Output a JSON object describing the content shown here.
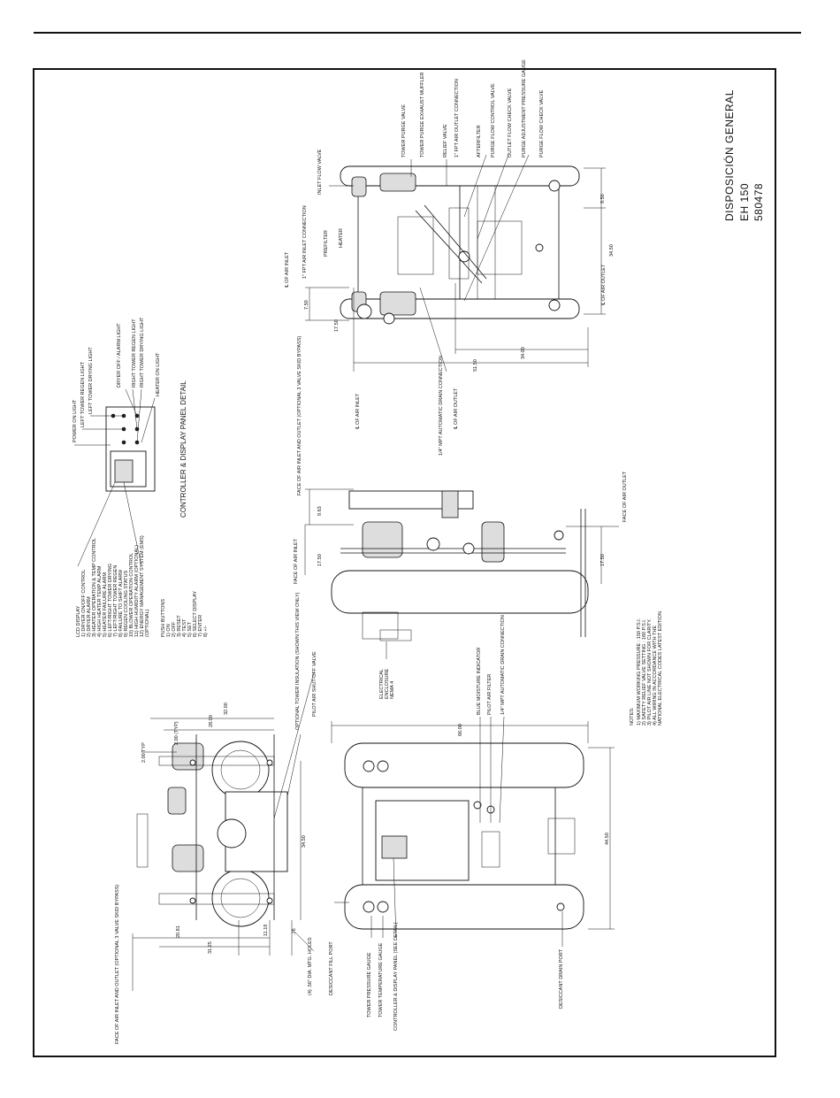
{
  "title_block": {
    "title": "DISPOSICIÓN GENERAL",
    "model": "EH 150",
    "drawing_number": "580478"
  },
  "panel_detail": {
    "heading": "CONTROLLER & DISPLAY PANEL DETAIL",
    "lcd_display": [
      "LCD DISPLAY",
      "1) DRYER ON/OFF CONTROL",
      "2) DRYER ALARM",
      "3) HEATER OPERATION & TEMP CONTROL",
      "4) HIGH HEATER TEMP ALARM",
      "5) HEATER FAILURE ALARM",
      "6) LEFT/RIGHT TOWER DRYING",
      "7) LEFT/RIGHT TOWER REGEN",
      "8) FAILURE TO SHIFT ALARM",
      "9) REGEN COOLING STATUS",
      "10) BLOWER OPERATION CONTROL",
      "11) HIGH HUMIDITY ALARM (OPTIONAL)",
      "12) ENERGY MANAGEMENT SYSTEM (EMS)",
      "(OPTIONAL)"
    ],
    "push_buttons": [
      "PUSH BUTTONS",
      "1) ON",
      "2) OFF",
      "3) RESET",
      "4) TEST",
      "5) SET",
      "6) SELECT DISPLAY",
      "7) ENTER",
      "8) +/-"
    ],
    "lights": [
      "POWER ON LIGHT",
      "LEFT TOWER REGEN LIGHT",
      "LEFT TOWER DRYING LIGHT",
      "DRYER OFF / ALARM LIGHT",
      "RIGHT TOWER REGEN LIGHT",
      "RIGHT TOWER DRYING LIGHT",
      "HEATER ON LIGHT"
    ]
  },
  "top_view": {
    "labels": [
      "INLET FLOW VALVE",
      "TOWER PURGE VALVE",
      "TOWER PURGE EXHAUST MUFFLER",
      "RELIEF VALVE",
      "1\" FPT AIR OUTLET CONNECTION",
      "AFTERFILTER",
      "PURGE FLOW CONTROL VALVE",
      "OUTLET FLOW CHECK VALVE",
      "PURGE ADJUSTMENT PRESSURE GAUGE",
      "PURGE FLOW CHECK VALVE",
      "HEATER",
      "PREFILTER",
      "1\" FPT AIR INLET CONNECTION",
      "℄ OF AIR INLET",
      "1/4\" MPT AUTOMATIC DRAIN CONNECTION",
      "℄ OF AIR OUTLET",
      "℄ OF AIR OUTLET",
      "℄ OF AIR INLET",
      "FACE OF AIR INLET AND OUTLET (OPTIONAL 3 VALVE SKID BYPASS)"
    ],
    "dims": [
      "9.50",
      "34.50",
      "7.50",
      "17.50",
      "34.00",
      "51.50"
    ]
  },
  "side_view": {
    "labels": [
      "FACE OF AIR INLET",
      "FACE OF AIR OUTLET",
      "ELECTRICAL ENCLOSURE NEMA 4"
    ],
    "dims": [
      "9.63",
      "17.50",
      "17.50"
    ]
  },
  "front_view": {
    "labels": [
      "DESICCANT FILL PORT",
      "TOWER PRESSURE GAUGE",
      "TOWER TEMPERATURE GAUGE",
      "CONTROLLER & DISPLAY PANEL (SEE DETAIL)",
      "DESICCANT DRAIN PORT",
      "BLUE MOISTURE INDICATOR",
      "PILOT AIR FILTER",
      "1/4\" MPT AUTOMATIC DRAIN CONNECTION"
    ],
    "dims": [
      "66.00",
      "44.50"
    ]
  },
  "plan_view": {
    "labels": [
      "FACE OF AIR INLET AND OUTLET (OPTIONAL 3 VALVE SKID BYPASS)",
      "(4) .56\" DIA. MTG. HOLES",
      "OPTIONAL TOWER INSULATION (SHOWN THIS VIEW ONLY)",
      "PILOT AIR SHUT-OFF VALVE"
    ],
    "dims": [
      "2.00 TYP",
      "2.00 (TYP)",
      "28.00",
      "32.00",
      "34.50",
      "20.81",
      "31.25",
      "11.19",
      ".75"
    ]
  },
  "notes": [
    "NOTES:",
    "1) MAXIMUM WORKING PRESSURE : 150 P.S.I.",
    "2) SAFETY RELIEF VALVE SETTING : 160 P.S.I.",
    "3) PILOT AIR LINE NOT SHOWN FOR CLARITY.",
    "4) ALL WIRING IN ACCORDANCE WITH THE",
    "NATIONAL ELECTRICAL CODES LATEST EDITION."
  ]
}
